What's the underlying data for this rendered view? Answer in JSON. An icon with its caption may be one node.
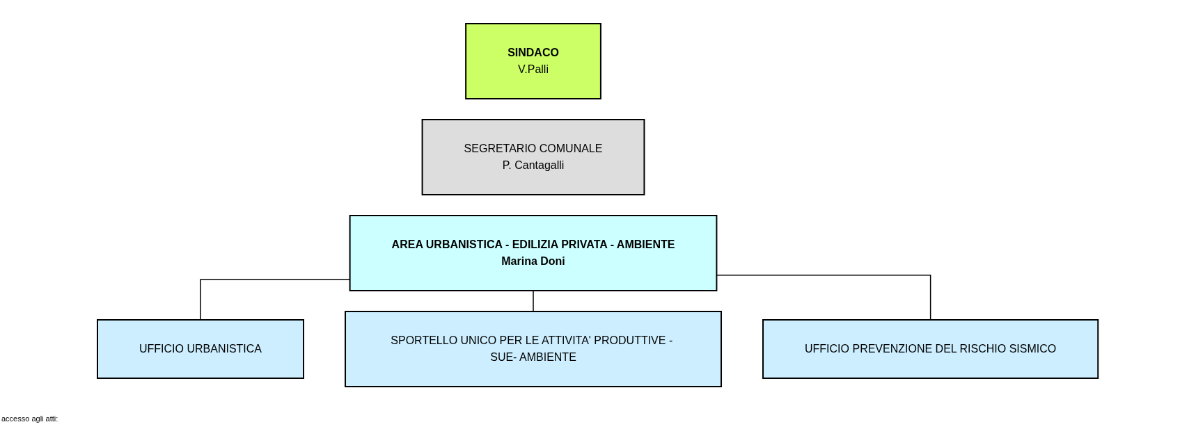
{
  "diagram": {
    "nodes": [
      {
        "text": [
          "SINDACO",
          "V.Palli"
        ]
      },
      {
        "text": [
          "SEGRETARIO COMUNALE",
          "P. Cantagalli"
        ]
      },
      {
        "text": [
          "AREA URBANISTICA - EDILIZIA PRIVATA - AMBIENTE",
          "Marina Doni"
        ]
      },
      {
        "text": [
          "UFFICIO URBANISTICA"
        ]
      },
      {
        "text": [
          "SPORTELLO UNICO PER LE ATTIVITA' PRODUTTIVE - SUE- AMBIENTE"
        ]
      },
      {
        "text": [
          "UFFICIO PREVENZIONE DEL RISCHIO SISMICO"
        ]
      }
    ],
    "edges": [
      {
        "from": 2,
        "to": 3,
        "arrow": "none"
      },
      {
        "from": 2,
        "to": 4,
        "arrow": "none"
      },
      {
        "from": 2,
        "to": 5,
        "arrow": "none"
      }
    ],
    "labels": [
      "accesso agli atti:"
    ]
  }
}
